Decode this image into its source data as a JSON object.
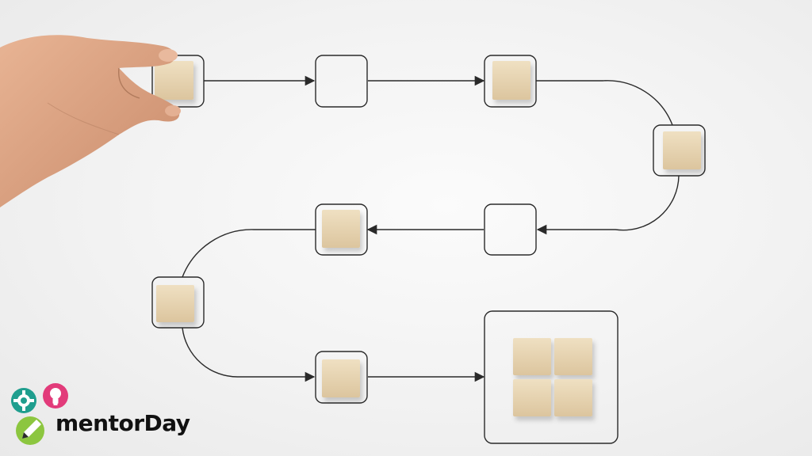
{
  "brand": {
    "name": "mentorDay",
    "icons": [
      "gear-icon",
      "lightbulb-icon",
      "pencil-icon"
    ],
    "colors": {
      "gear": "#1f9e8e",
      "bulb": "#e23b7a",
      "pencil": "#8cc63f",
      "text": "#111111"
    }
  },
  "scene": {
    "background": "#f2f2f2",
    "block_color": "#e6d3b0",
    "line_color": "#2a2a2a",
    "steps": [
      {
        "id": "step-1",
        "filled": true,
        "held": true
      },
      {
        "id": "step-2",
        "filled": false
      },
      {
        "id": "step-3",
        "filled": true
      },
      {
        "id": "step-4",
        "filled": true
      },
      {
        "id": "step-5",
        "filled": false
      },
      {
        "id": "step-6",
        "filled": true
      },
      {
        "id": "step-7",
        "filled": true
      },
      {
        "id": "step-8",
        "filled": true
      },
      {
        "id": "step-9",
        "filled": true,
        "cluster": 4
      }
    ]
  }
}
